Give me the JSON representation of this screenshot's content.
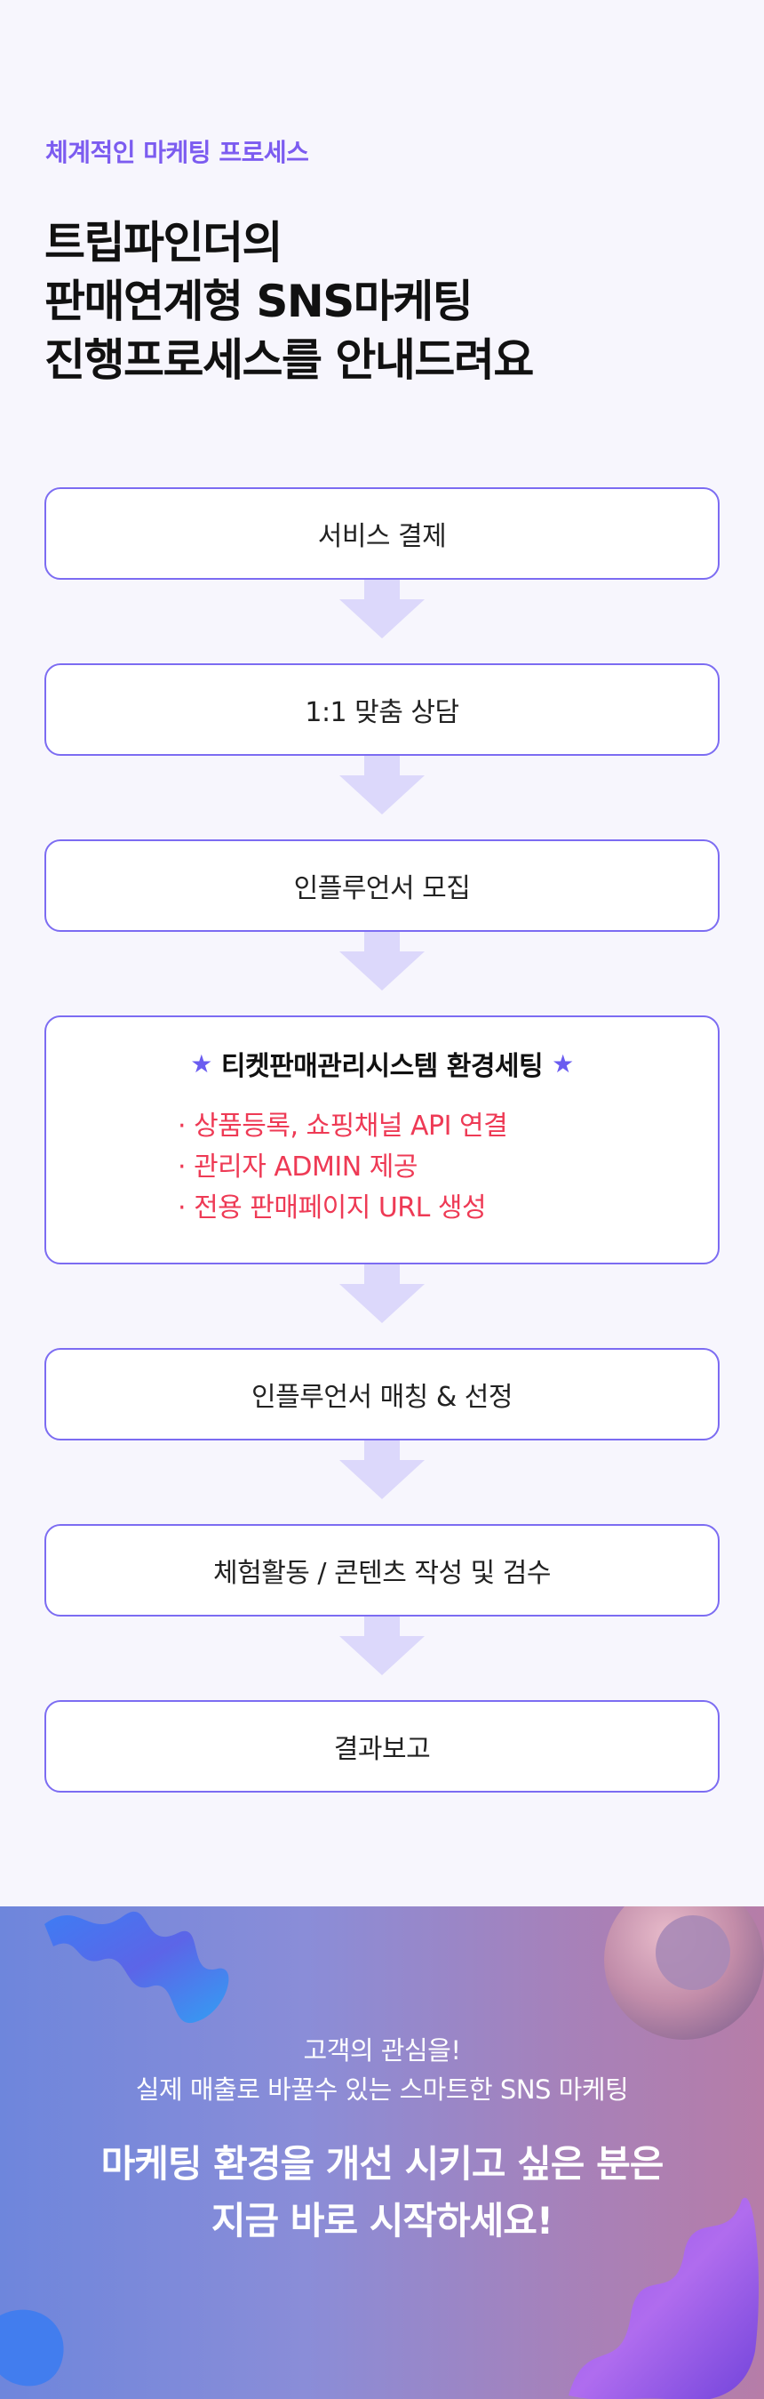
{
  "header": {
    "eyebrow": "체계적인 마케팅 프로세스",
    "title_lines": [
      "트립파인더의",
      "판매연계형 SNS마케팅",
      "진행프로세스를 안내드려요"
    ]
  },
  "steps": [
    {
      "label": "서비스 결제"
    },
    {
      "label": "1:1 맞춤 상담"
    },
    {
      "label": "인플루언서 모집"
    },
    {
      "label": "티켓판매관리시스템 환경세팅",
      "star": "★",
      "details": [
        "· 상품등록, 쇼핑채널 API 연결",
        "· 관리자 ADMIN 제공",
        "· 전용 판매페이지 URL 생성"
      ]
    },
    {
      "label": "인플루언서 매칭 & 선정"
    },
    {
      "label": "체험활동 / 콘텐츠 작성 및 검수"
    },
    {
      "label": "결과보고"
    }
  ],
  "banner": {
    "sub_lines": [
      "고객의 관심을!",
      "실제 매출로 바꿀수 있는 스마트한 SNS 마케팅"
    ],
    "cta_lines": [
      "마케팅 환경을 개선 시키고 싶은 분은",
      "지금 바로 시작하세요!"
    ]
  },
  "colors": {
    "accent": "#7c5cf0",
    "border": "#7c6cf2",
    "arrow": "#dcd8fb",
    "highlight_text": "#ee3a55"
  }
}
